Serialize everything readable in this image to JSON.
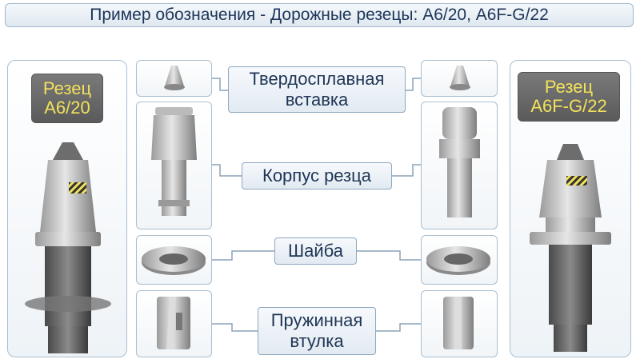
{
  "title": "Пример обозначения - Дорожные резецы: А6/20, А6F-G/22",
  "left_badge": {
    "line1": "Резец",
    "line2": "А6/20"
  },
  "right_badge": {
    "line1": "Резец",
    "line2": "А6F-G/22"
  },
  "labels": {
    "insert": {
      "line1": "Твердосплавная",
      "line2": "вставка"
    },
    "body": {
      "line1": "Корпус резца"
    },
    "washer": {
      "line1": "Шайба"
    },
    "sleeve": {
      "line1": "Пружинная",
      "line2": "втулка"
    }
  }
}
